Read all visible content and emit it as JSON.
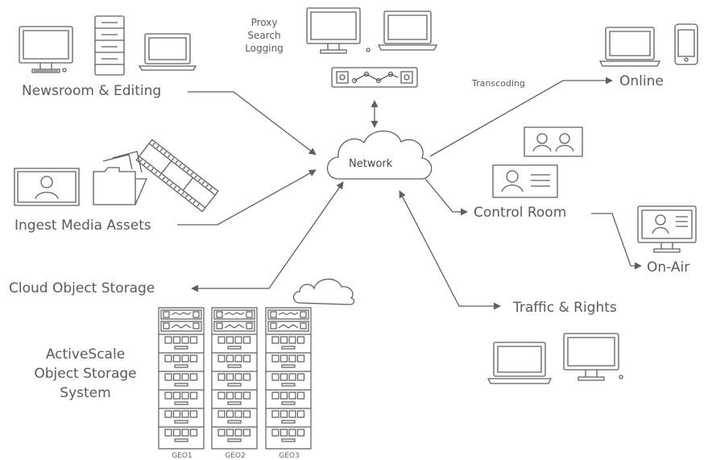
{
  "labels": {
    "newsroom": "Newsroom & Editing",
    "ingest": "Ingest Media Assets",
    "cloud_storage": "Cloud Object Storage",
    "activescale": [
      "ActiveScale",
      "Object Storage",
      "System"
    ],
    "proxy": [
      "Proxy",
      "Search",
      "Logging"
    ],
    "network": "Network",
    "transcoding": "Transcoding",
    "online": "Online",
    "control_room": "Control Room",
    "on_air": "On-Air",
    "traffic": "Traffic & Rights",
    "geo": [
      "GEO1",
      "GEO2",
      "GEO3"
    ]
  },
  "colors": {
    "line": "#5f5f5f",
    "text": "#5a5a5a"
  }
}
